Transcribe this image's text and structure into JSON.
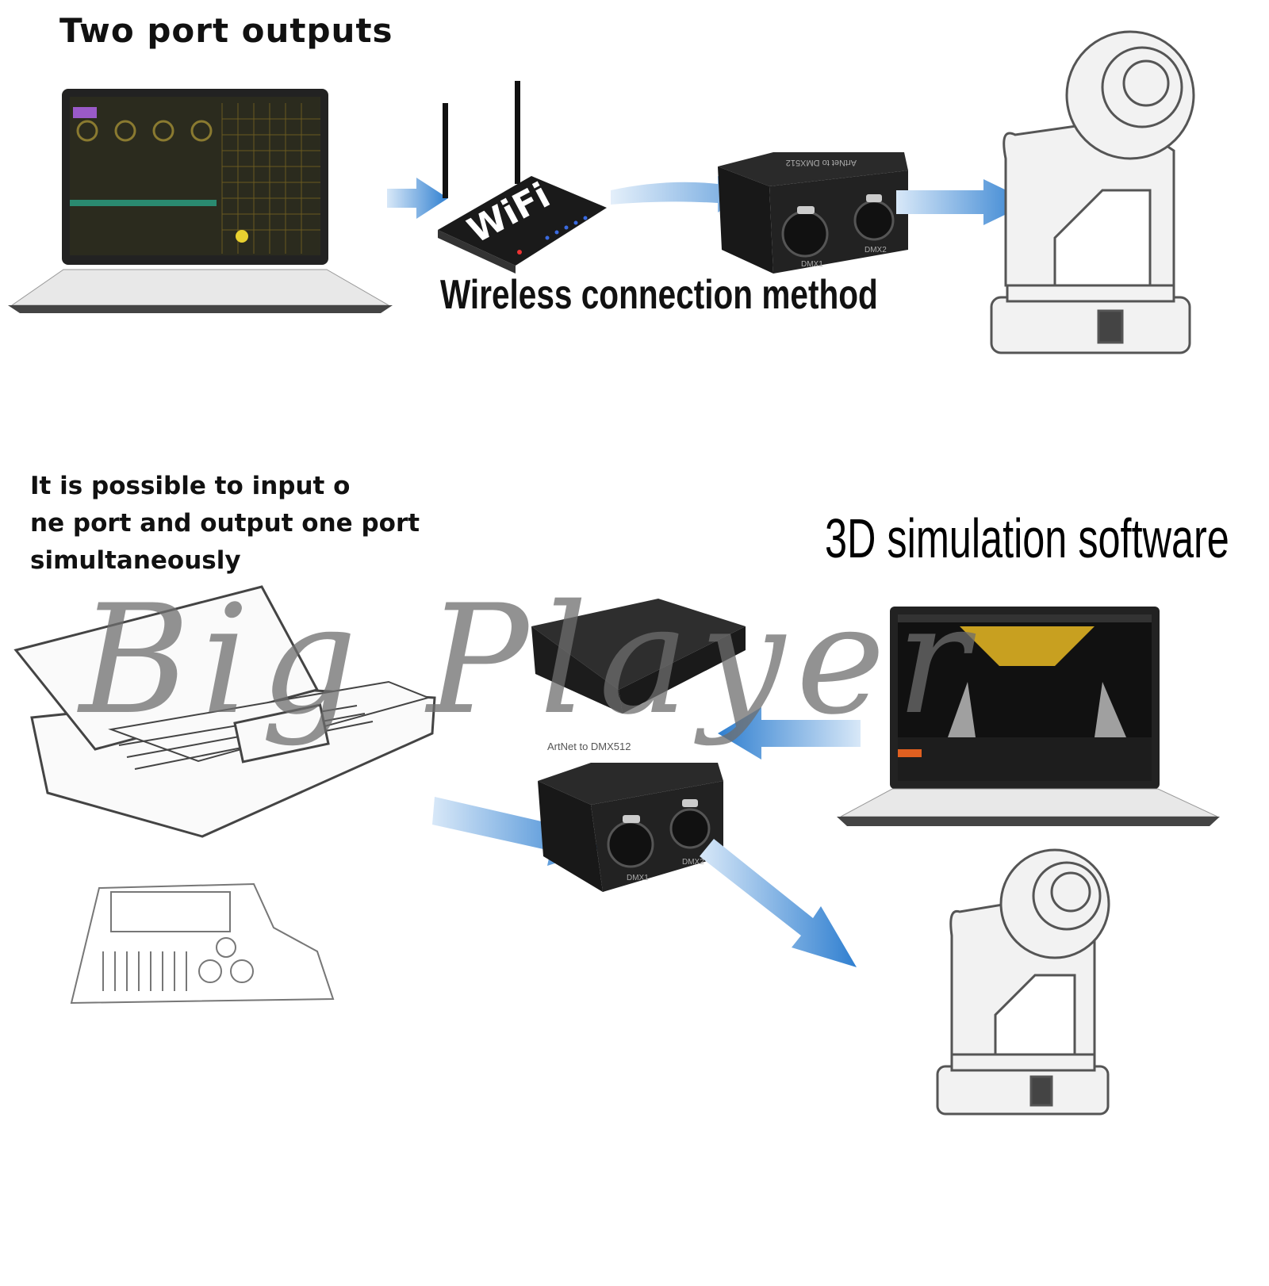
{
  "top_section": {
    "title": "Two port outputs",
    "caption": "Wireless connection method",
    "router_label": "WiFi",
    "device_label": "ArtNet to DMX512",
    "port1_label": "DMX1",
    "port2_label": "DMX2"
  },
  "bottom_section": {
    "description_lines": [
      "It is possible to input o",
      "ne port and output one port",
      "simultaneously"
    ],
    "software_caption": "3D simulation software",
    "device_label": "ArtNet to DMX512",
    "port1_label": "DMX1",
    "port2_label": "DMX2"
  },
  "watermark": "Big Player",
  "colors": {
    "arrow": "#2f7fd0",
    "device": "#1e1e1e",
    "background": "#ffffff"
  }
}
